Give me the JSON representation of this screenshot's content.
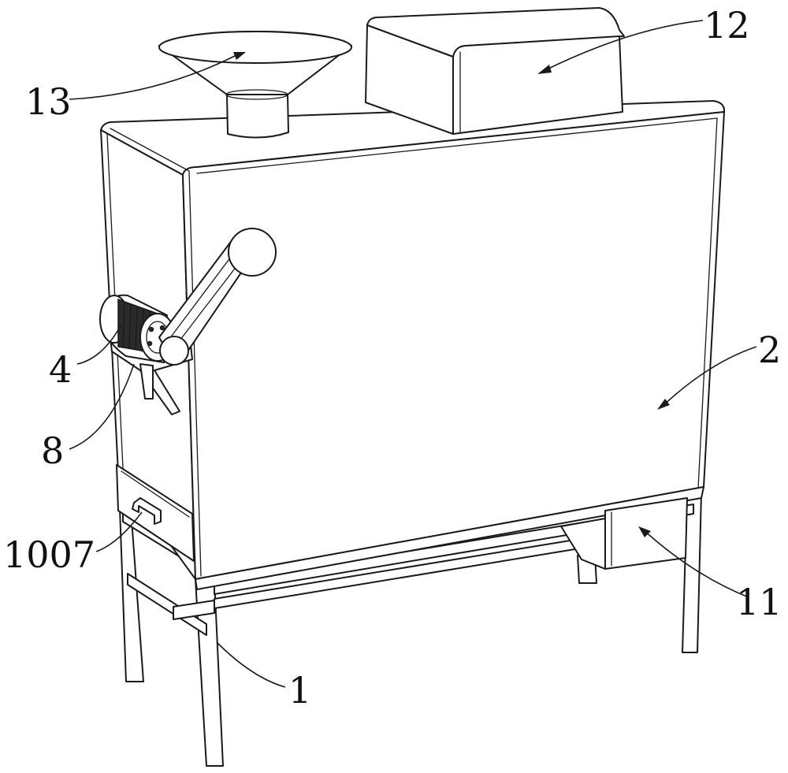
{
  "labels": {
    "l13": "13",
    "l12": "12",
    "l4": "4",
    "l8": "8",
    "l1007": "1007",
    "l2": "2",
    "l11": "11",
    "l1": "1"
  }
}
